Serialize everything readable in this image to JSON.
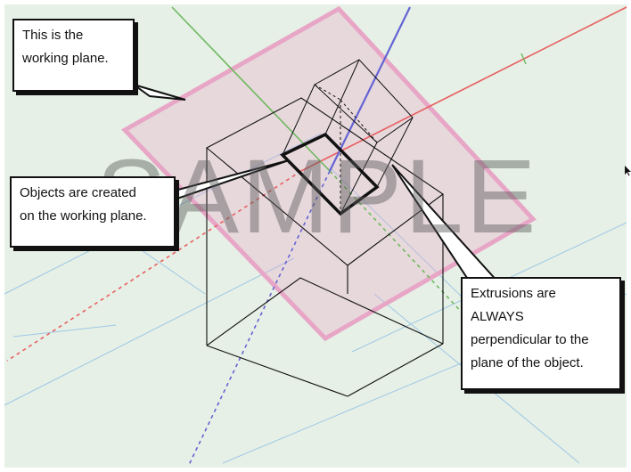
{
  "viewport": {
    "background": "#e6f0e6",
    "axis_colors": {
      "x": "#e86060",
      "y": "#6fb85f",
      "z": "#6464d4"
    },
    "working_plane_color": "#e8a6c6",
    "grid_color": "#9ec8e6"
  },
  "callouts": {
    "working_plane": {
      "lines": [
        "This is the",
        "working plane."
      ]
    },
    "objects_created": {
      "lines": [
        "Objects are created",
        "on the working plane."
      ]
    },
    "extrusions": {
      "lines": [
        "Extrusions are",
        "ALWAYS",
        "perpendicular to the",
        "plane of the object."
      ]
    }
  },
  "watermark": {
    "text": "SAMPLE"
  },
  "cursor": {
    "icon": "arrow-cursor-icon"
  }
}
